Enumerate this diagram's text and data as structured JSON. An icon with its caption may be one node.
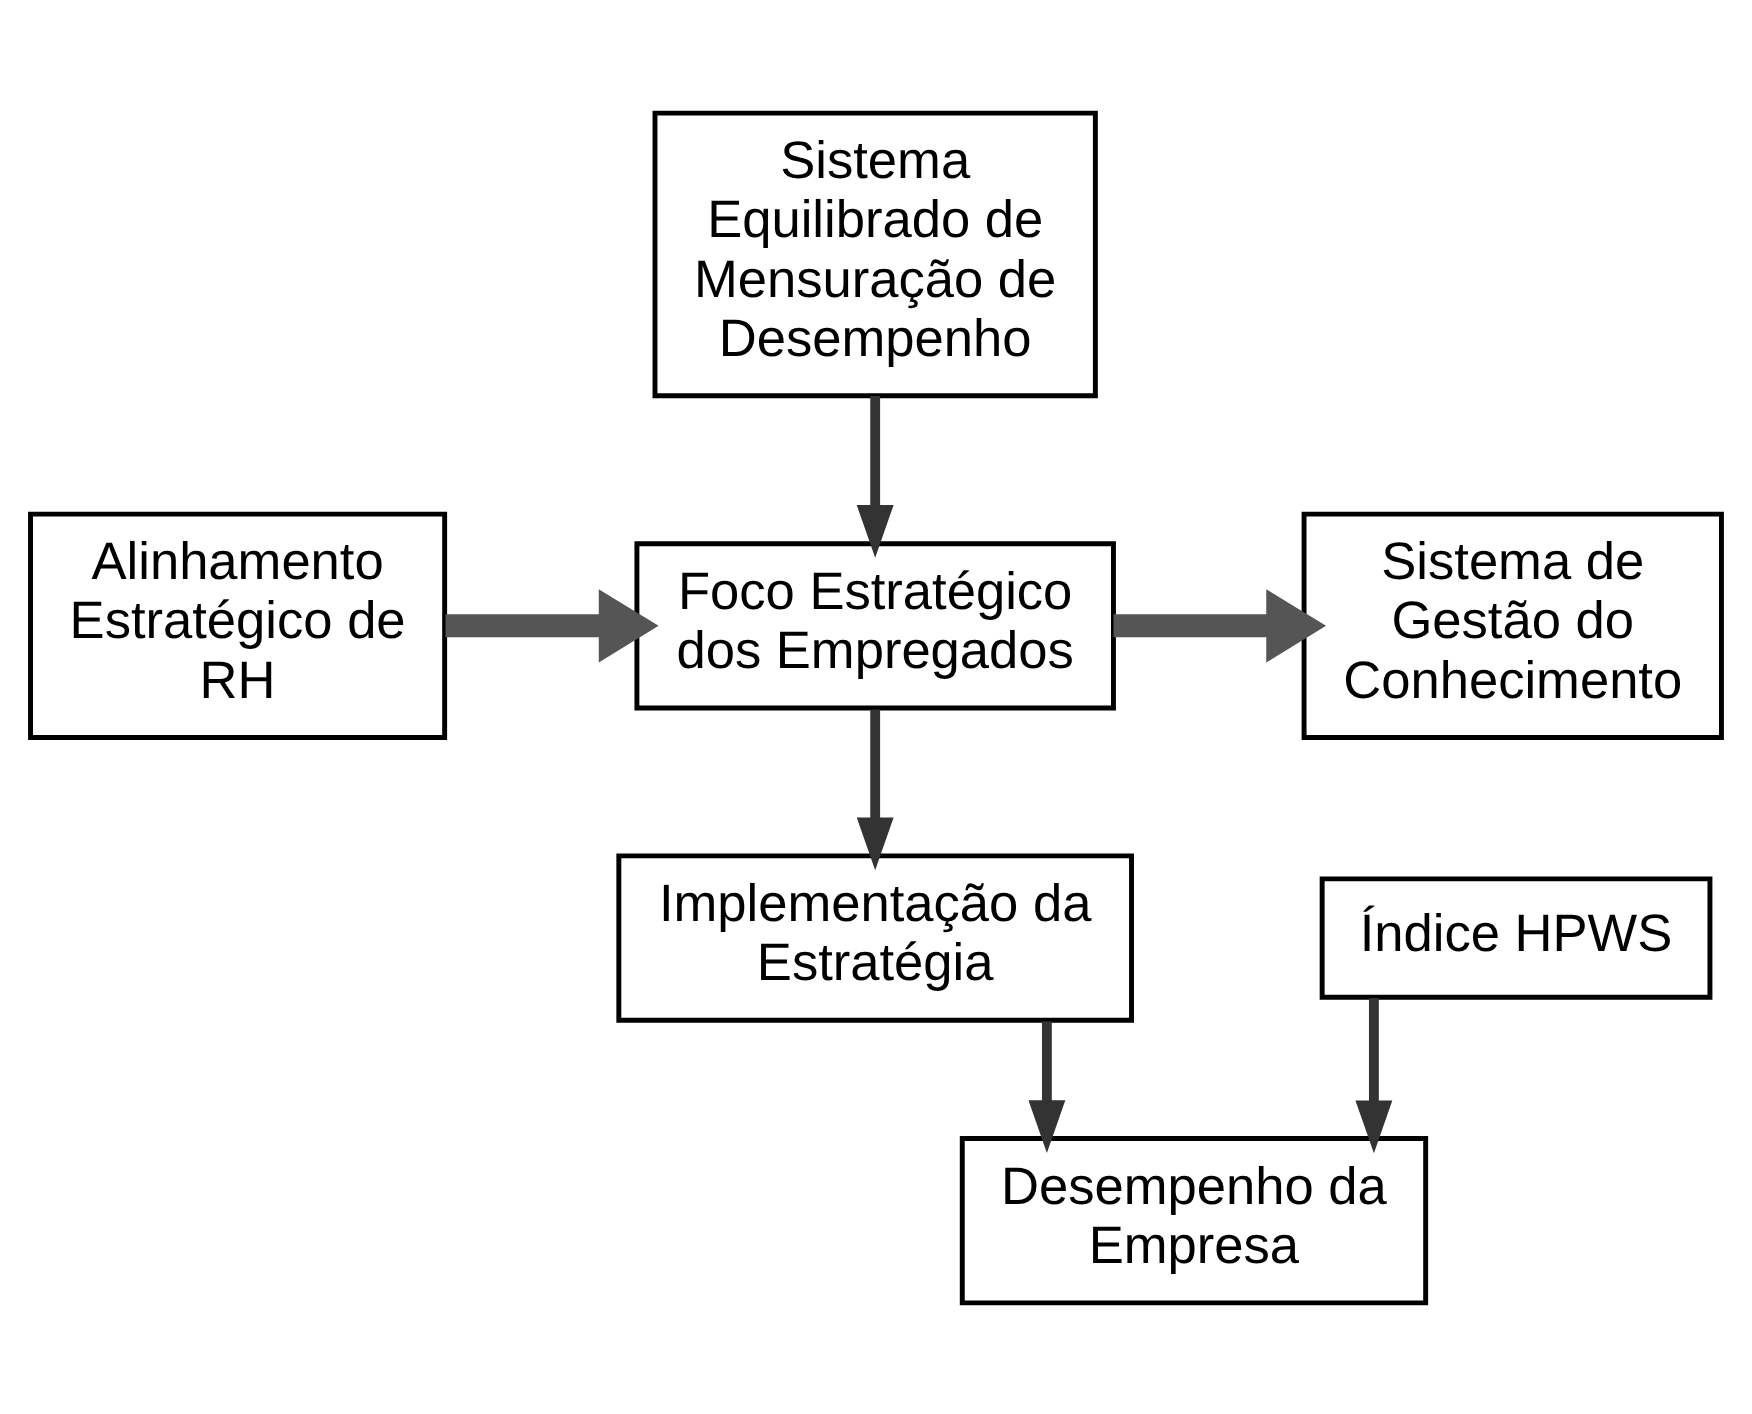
{
  "diagram": {
    "nodes": [
      {
        "text": [
          "Sistema Equilibrado de Mensuração de Desempenho"
        ]
      },
      {
        "text": [
          "Alinhamento Estratégico de RH"
        ]
      },
      {
        "text": [
          "Foco Estratégico dos Empregados"
        ]
      },
      {
        "text": [
          "Sistema de Gestão do Conhecimento"
        ]
      },
      {
        "text": [
          "Índice HPWS"
        ]
      },
      {
        "text": [
          "Implementação da Estratégia"
        ]
      },
      {
        "text": [
          "Desempenho da Empresa"
        ]
      }
    ],
    "edges": [
      {
        "from": 0,
        "to": 2,
        "arrow": "to"
      },
      {
        "from": 1,
        "to": 2,
        "arrow": "to",
        "style": "thick"
      },
      {
        "from": 2,
        "to": 3,
        "arrow": "to",
        "style": "thick"
      },
      {
        "from": 2,
        "to": 5,
        "arrow": "to"
      },
      {
        "from": 4,
        "to": 6,
        "arrow": "to"
      },
      {
        "from": 5,
        "to": 6,
        "arrow": "to"
      }
    ]
  }
}
